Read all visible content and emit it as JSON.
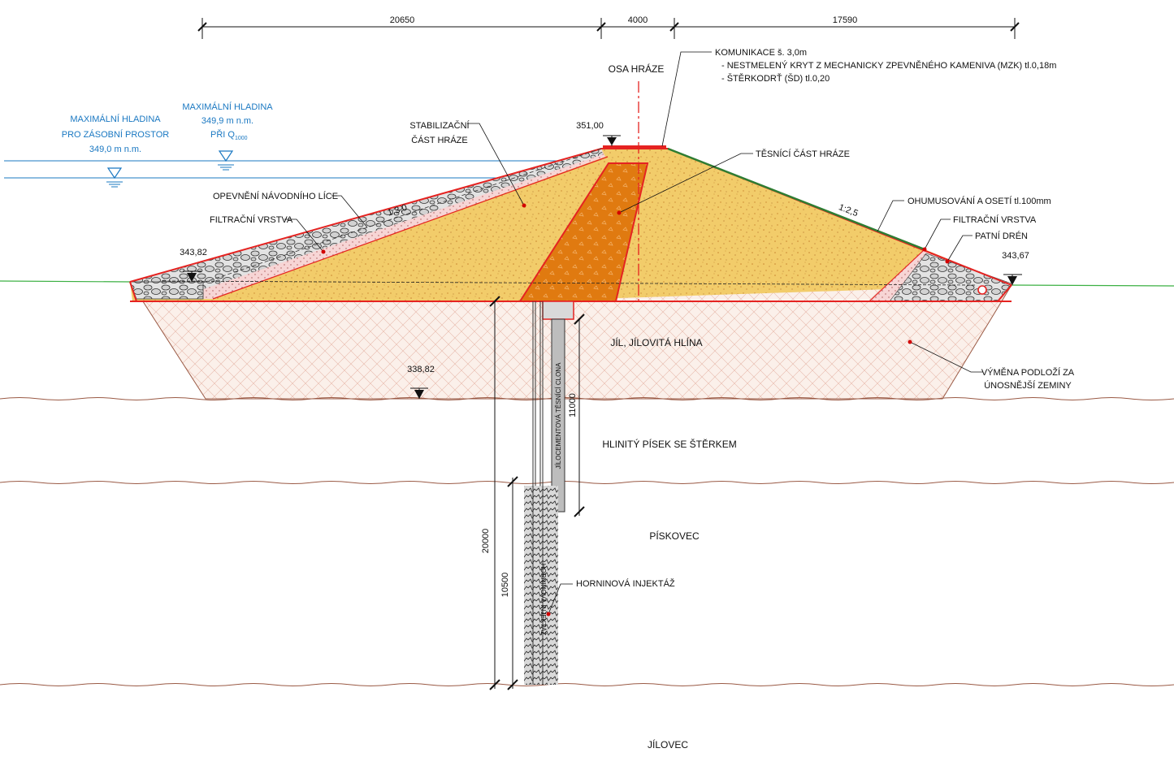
{
  "dimensions": {
    "top": [
      "20650",
      "4000",
      "17590"
    ],
    "vertical_left_long": "20000",
    "vertical_left_short": "10500",
    "vertical_curtain": "11000"
  },
  "water_levels": {
    "reserve": [
      "MAXIMÁLNÍ HLADINA",
      "PRO ZÁSOBNÍ PROSTOR",
      "349,0 m n.m."
    ],
    "flood": [
      "MAXIMÁLNÍ HLADINA",
      "349,9 m n.m."
    ],
    "flood_q_prefix": "PŘI Q",
    "flood_q_sub": "1000"
  },
  "elevations": {
    "crest": "351,00",
    "upstream_toe": "343,82",
    "downstream_toe": "343,67",
    "foundation": "338,82"
  },
  "labels": {
    "axis": "OSA HRÁZE",
    "road": [
      "KOMUNIKACE š. 3,0m",
      "- NESTMELENÝ KRYT Z MECHANICKY ZPEVNĚNÉHO KAMENIVA (MZK) tl.0,18m",
      "- ŠTĚRKODRŤ (ŠD) tl.0,20"
    ],
    "stabilizing": [
      "STABILIZAČNÍ",
      "ČÁST HRÁZE"
    ],
    "sealing": "TĚSNÍCÍ ČÁST HRÁZE",
    "upstream_protection": "OPEVNĚNÍ NÁVODNÍHO LÍCE",
    "filter_left": "FILTRAČNÍ VRSTVA",
    "filter_right": "FILTRAČNÍ VRSTVA",
    "humus": "OHUMUSOVÁNÍ A OSETÍ tl.100mm",
    "toe_drain": "PATNÍ DRÉN",
    "slope_left": "1:3,0",
    "slope_right": "1:2,5",
    "clay": "JÍL, JÍLOVITÁ HLÍNA",
    "subsoil": [
      "VÝMĚNA PODLOŽÍ ZA",
      "ÚNOSNĚJŠÍ ZEMINY"
    ],
    "curtain": "JÍLOCEMENTOVÁ TĚSNÍCÍ CLONA",
    "grouting_vertical": "HORNINOVÁ INJEKTÁŽ",
    "grouting": "HORNINOVÁ INJEKTÁŽ"
  },
  "strata": {
    "sand_gravel": "HLINITÝ PÍSEK SE ŠTĚRKEM",
    "sandstone": "PÍSKOVEC",
    "claystone": "JÍLOVEC"
  },
  "colors": {
    "fill_body": "#f2cc6a",
    "core": "#e07a10",
    "outline_red": "#e52321",
    "water": "#1a78c2",
    "ground_green": "#3cb043",
    "humus_green": "#2e7d32",
    "strata_brown": "#9a5a45",
    "filter_pink": "#f7d5d5",
    "rock_gray": "#cfcfcf",
    "leader_dot": "#d20000"
  }
}
